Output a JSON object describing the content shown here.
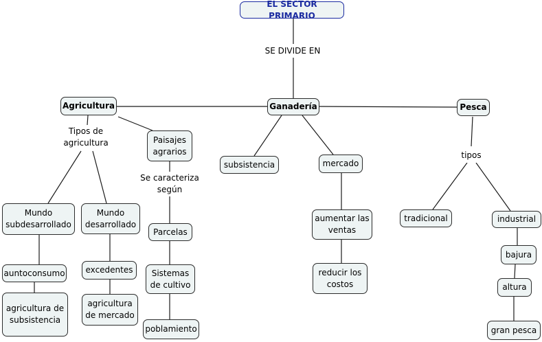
{
  "nodes": {
    "title": "EL SECTOR PRIMARIO",
    "agricultura": "Agricultura",
    "ganaderia": "Ganadería",
    "pesca": "Pesca",
    "paisajes": "Paisajes\nagrarios",
    "mundo_sub": "Mundo\nsubdesarrollado",
    "mundo_des": "Mundo\ndesarrollado",
    "autoconsumo": "auntoconsumo",
    "agri_subsistencia": "agricultura de\nsubsistencia",
    "excedentes": "excedentes",
    "agri_mercado": "agricultura\nde mercado",
    "parcelas": "Parcelas",
    "sistemas": "Sistemas\nde cultivo",
    "poblamiento": "poblamiento",
    "subsistencia": "subsistencia",
    "mercado": "mercado",
    "aumentar": "aumentar las\nventas",
    "reducir": "reducir los\ncostos",
    "tradicional": "tradicional",
    "industrial": "industrial",
    "bajura": "bajura",
    "altura": "altura",
    "gran_pesca": "gran pesca"
  },
  "labels": {
    "divide": "SE DIVIDE EN",
    "tipos_agri": "Tipos de\nagricultura",
    "caracteriza": "Se caracteriza\nsegún",
    "tipos": "tipos"
  }
}
